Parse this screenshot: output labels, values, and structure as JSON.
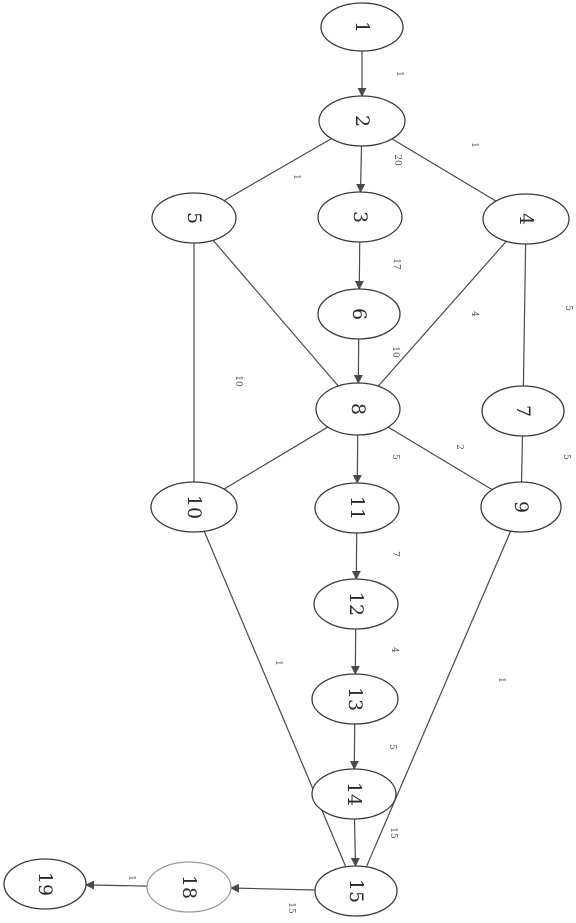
{
  "nodes": [
    {
      "id": "1",
      "label": "1"
    },
    {
      "id": "2",
      "label": "2"
    },
    {
      "id": "3",
      "label": "3"
    },
    {
      "id": "4",
      "label": "4"
    },
    {
      "id": "5",
      "label": "5"
    },
    {
      "id": "6",
      "label": "6"
    },
    {
      "id": "7",
      "label": "7"
    },
    {
      "id": "8",
      "label": "8"
    },
    {
      "id": "9",
      "label": "9"
    },
    {
      "id": "10",
      "label": "10"
    },
    {
      "id": "11",
      "label": "11"
    },
    {
      "id": "12",
      "label": "12"
    },
    {
      "id": "13",
      "label": "13"
    },
    {
      "id": "14",
      "label": "14"
    },
    {
      "id": "15",
      "label": "15"
    },
    {
      "id": "18",
      "label": "18"
    },
    {
      "id": "19",
      "label": "19"
    }
  ],
  "edges": [
    {
      "from": "1",
      "to": "2",
      "directed": true,
      "weight": "1"
    },
    {
      "from": "2",
      "to": "3",
      "directed": true,
      "weight": "20"
    },
    {
      "from": "2",
      "to": "5",
      "directed": false,
      "weight": "1"
    },
    {
      "from": "2",
      "to": "4",
      "directed": false,
      "weight": "1"
    },
    {
      "from": "3",
      "to": "6",
      "directed": true,
      "weight": "17"
    },
    {
      "from": "6",
      "to": "8",
      "directed": true,
      "weight": "10"
    },
    {
      "from": "4",
      "to": "8",
      "directed": false,
      "weight": "4"
    },
    {
      "from": "4",
      "to": "7",
      "directed": false,
      "weight": "5"
    },
    {
      "from": "5",
      "to": "8",
      "directed": false,
      "weight": "10"
    },
    {
      "from": "5",
      "to": "10",
      "directed": false,
      "weight": ""
    },
    {
      "from": "7",
      "to": "9",
      "directed": false,
      "weight": "5"
    },
    {
      "from": "8",
      "to": "9",
      "directed": false,
      "weight": "2"
    },
    {
      "from": "8",
      "to": "10",
      "directed": false,
      "weight": ""
    },
    {
      "from": "8",
      "to": "11",
      "directed": true,
      "weight": "5"
    },
    {
      "from": "11",
      "to": "12",
      "directed": true,
      "weight": "7"
    },
    {
      "from": "12",
      "to": "13",
      "directed": true,
      "weight": "4"
    },
    {
      "from": "13",
      "to": "14",
      "directed": true,
      "weight": "5"
    },
    {
      "from": "14",
      "to": "15",
      "directed": true,
      "weight": "15"
    },
    {
      "from": "10",
      "to": "15",
      "directed": false,
      "weight": "1"
    },
    {
      "from": "9",
      "to": "15",
      "directed": false,
      "weight": "1"
    },
    {
      "from": "15",
      "to": "18",
      "directed": true,
      "weight": "15"
    },
    {
      "from": "18",
      "to": "19",
      "directed": true,
      "weight": "1"
    }
  ]
}
